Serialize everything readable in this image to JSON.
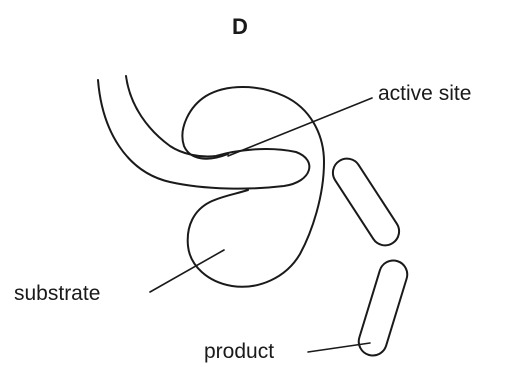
{
  "diagram": {
    "title": "D",
    "labels": {
      "active_site": "active site",
      "substrate": "substrate",
      "product": "product"
    }
  }
}
